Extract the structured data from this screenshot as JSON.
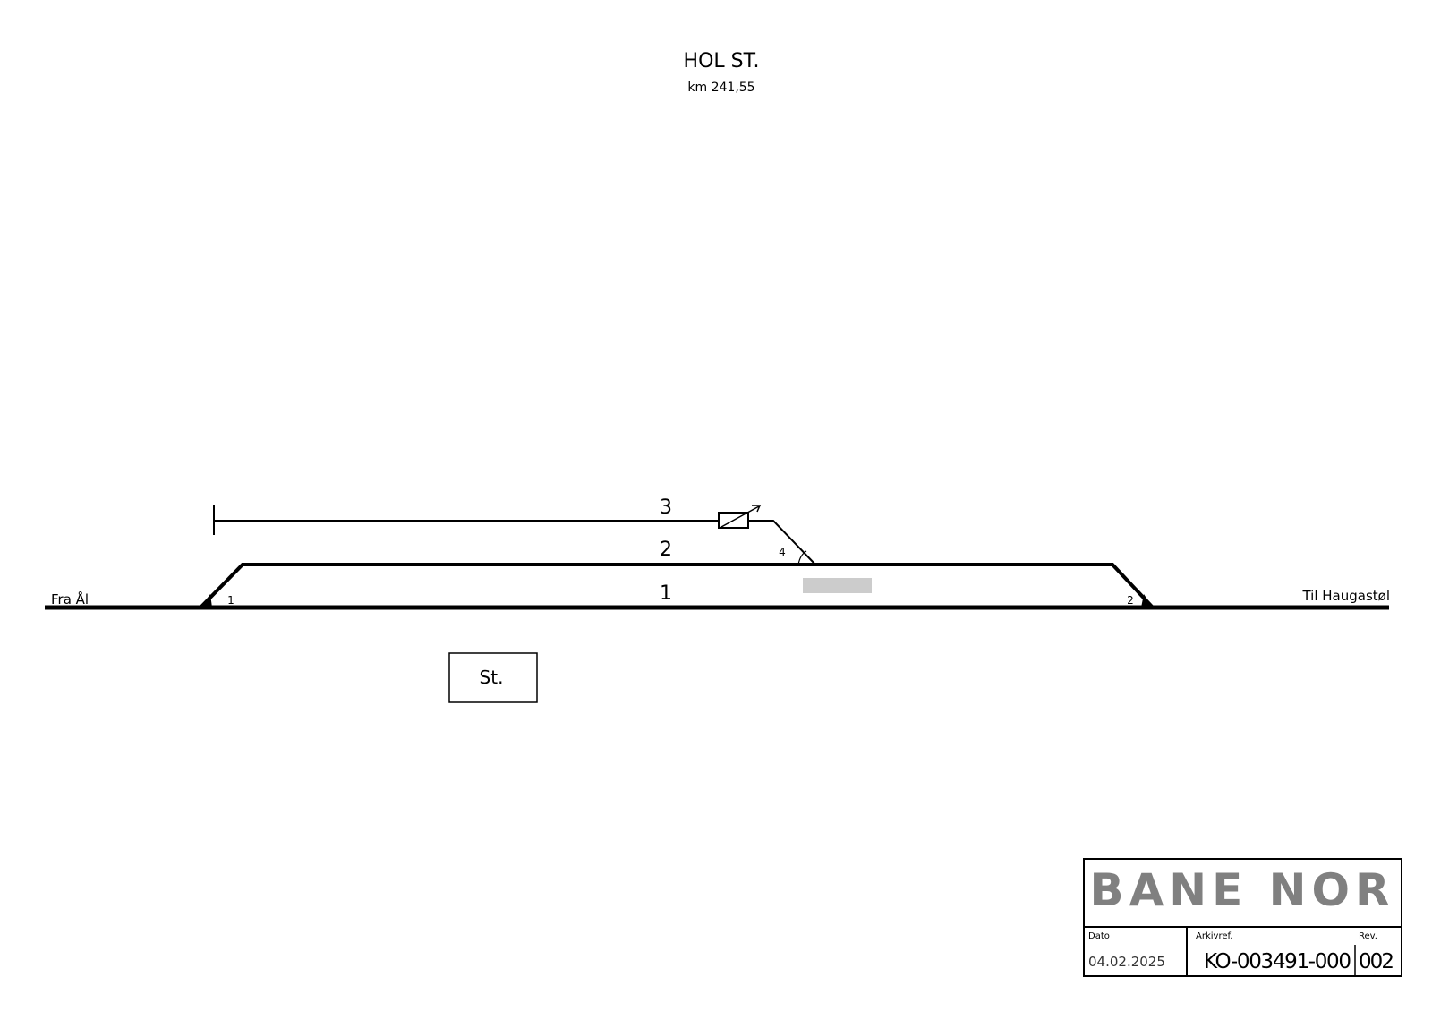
{
  "title": "HOL ST.",
  "km": "km 241,55",
  "tracks": {
    "t1": "1",
    "t2": "2",
    "t3": "3"
  },
  "switches": {
    "s1": "1",
    "s2": "2",
    "s4": "4"
  },
  "directions": {
    "left": "Fra Ål",
    "right": "Til Haugastøl"
  },
  "building": "St.",
  "titleblock": {
    "logo": "BANE NOR",
    "date_label": "Dato",
    "date": "04.02.2025",
    "archive_label": "Arkivref.",
    "archive": "KO-003491-000",
    "rev_label": "Rev.",
    "rev": "002"
  },
  "colors": {
    "line": "#000000",
    "platform": "#cccccc",
    "logo": "#808080"
  }
}
